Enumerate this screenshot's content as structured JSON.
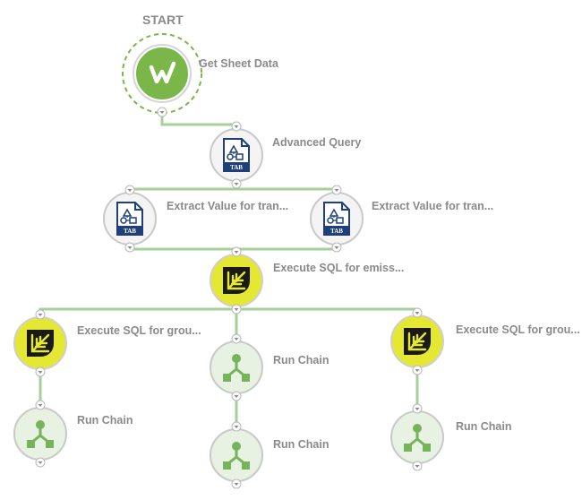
{
  "start_label": "START",
  "colors": {
    "connector": "#a7cf99",
    "green_icon": "#76b35b",
    "yellow": "#e5e832",
    "border": "#c9c9c9"
  },
  "nodes": [
    {
      "id": "get-sheet-data",
      "label": "Get Sheet Data",
      "icon": "brand-w-icon"
    },
    {
      "id": "advanced-query",
      "label": "Advanced Query",
      "icon": "tab-file-icon"
    },
    {
      "id": "extract-left",
      "label": "Extract Value for tran...",
      "icon": "tab-file-icon"
    },
    {
      "id": "extract-right",
      "label": "Extract Value for tran...",
      "icon": "tab-file-icon"
    },
    {
      "id": "execute-sql-emiss",
      "label": "Execute SQL for emiss...",
      "icon": "leaf-db-icon"
    },
    {
      "id": "execute-sql-grou-left",
      "label": "Execute SQL for grou...",
      "icon": "leaf-db-icon"
    },
    {
      "id": "run-chain-left",
      "label": "Run Chain",
      "icon": "chain-icon"
    },
    {
      "id": "run-chain-mid-1",
      "label": "Run Chain",
      "icon": "chain-icon"
    },
    {
      "id": "run-chain-mid-2",
      "label": "Run Chain",
      "icon": "chain-icon"
    },
    {
      "id": "execute-sql-grou-right",
      "label": "Execute SQL for grou...",
      "icon": "leaf-db-icon"
    },
    {
      "id": "run-chain-right",
      "label": "Run Chain",
      "icon": "chain-icon"
    }
  ]
}
